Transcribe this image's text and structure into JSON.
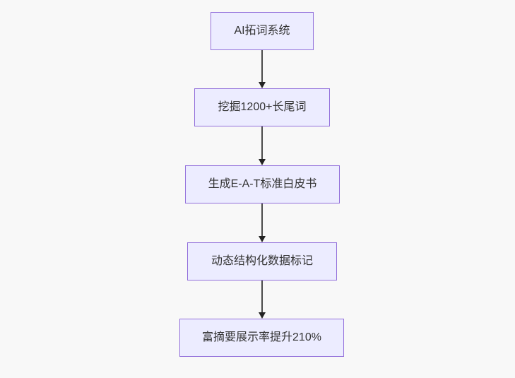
{
  "background_color": "#f8f8f8",
  "flowchart": {
    "type": "flowchart",
    "direction": "top-down",
    "node_fill_color": "#ECECFF",
    "node_border_color": "#9370DB",
    "text_color": "#333333",
    "arrow_color": "#333333",
    "nodes": [
      {
        "id": "n1",
        "label": "AI拓词系统"
      },
      {
        "id": "n2",
        "label": "挖掘1200+长尾词"
      },
      {
        "id": "n3",
        "label": "生成E-A-T标准白皮书"
      },
      {
        "id": "n4",
        "label": "动态结构化数据标记"
      },
      {
        "id": "n5",
        "label": "富摘要展示率提升210%"
      }
    ],
    "edges": [
      {
        "from": "n1",
        "to": "n2"
      },
      {
        "from": "n2",
        "to": "n3"
      },
      {
        "from": "n3",
        "to": "n4"
      },
      {
        "from": "n4",
        "to": "n5"
      }
    ]
  }
}
